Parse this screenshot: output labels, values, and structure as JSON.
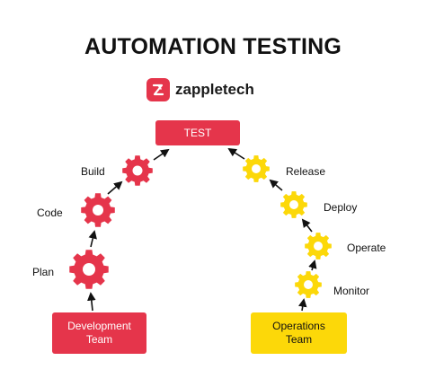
{
  "title": "AUTOMATION TESTING",
  "brand": {
    "name": "zappletech"
  },
  "boxes": {
    "test": "TEST",
    "development_team": "Development\nTeam",
    "operations_team": "Operations\nTeam"
  },
  "dev_stages": [
    "Plan",
    "Code",
    "Build"
  ],
  "ops_stages": [
    "Monitor",
    "Operate",
    "Deploy",
    "Release"
  ],
  "colors": {
    "red": "#e5354b",
    "yellow": "#fcd809",
    "gear_hub": "#ffffff",
    "arrow": "#111111"
  }
}
